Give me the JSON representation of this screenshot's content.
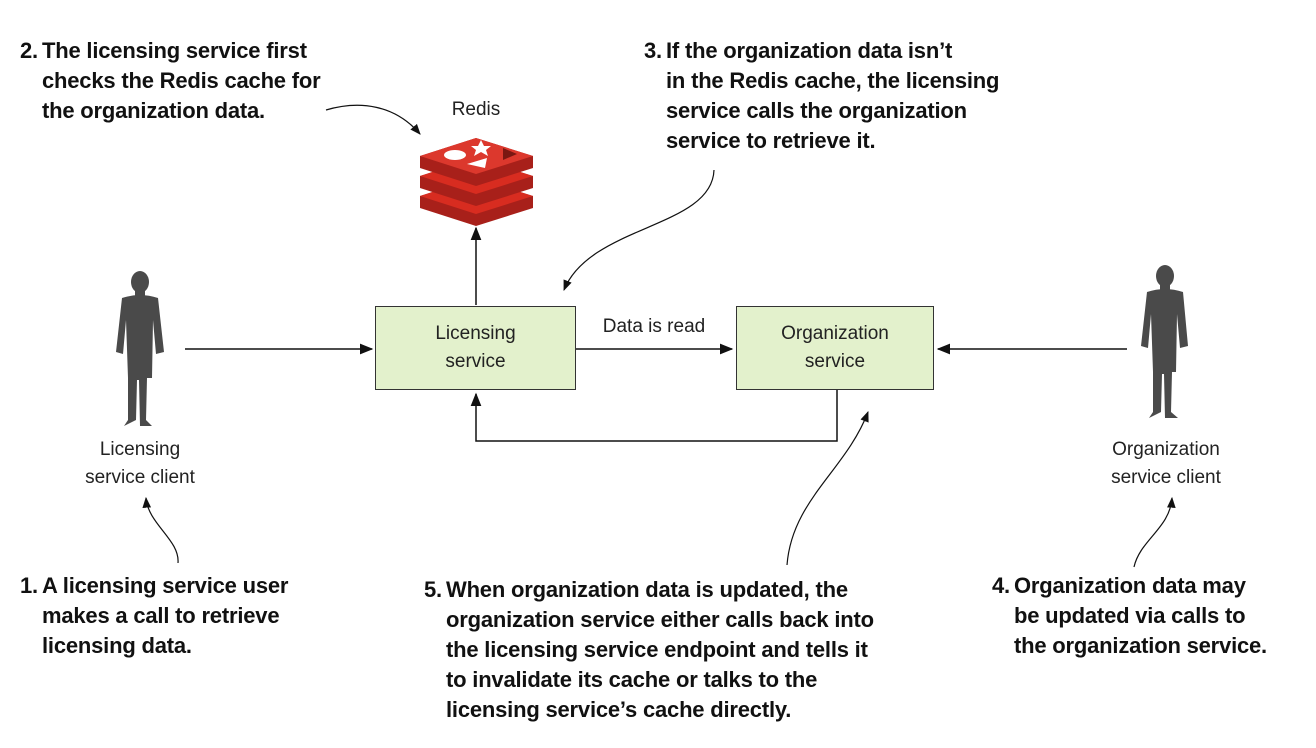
{
  "colors": {
    "box_fill": "#e3f1cc",
    "redis_red": "#d82c20",
    "person": "#4a4a4a",
    "line": "#111111"
  },
  "icons": {
    "redis": "redis-logo-icon",
    "person": "person-silhouette-icon"
  },
  "redis_label": "Redis",
  "boxes": {
    "licensing": [
      "Licensing",
      "service"
    ],
    "organization": [
      "Organization",
      "service"
    ]
  },
  "edge_label": "Data is read",
  "actors": {
    "licensing_client": [
      "Licensing",
      "service client"
    ],
    "organization_client": [
      "Organization",
      "service client"
    ]
  },
  "notes": {
    "step1": {
      "num": "1.",
      "lines": [
        "A licensing service user",
        "makes a call to retrieve",
        "licensing data."
      ]
    },
    "step2": {
      "num": "2.",
      "lines": [
        "The licensing service first",
        "checks the Redis cache for",
        "the organization data."
      ]
    },
    "step3": {
      "num": "3.",
      "lines": [
        "If the organization data isn’t",
        "in the Redis cache, the licensing",
        "service calls the organization",
        "service to retrieve it."
      ]
    },
    "step4": {
      "num": "4.",
      "lines": [
        "Organization data may",
        "be updated via calls to",
        "the organization service."
      ]
    },
    "step5": {
      "num": "5.",
      "lines": [
        "When organization data is updated, the",
        "organization service either calls back into",
        "the licensing service endpoint and tells it",
        "to invalidate its cache or talks to the",
        "licensing service’s cache directly."
      ]
    }
  }
}
